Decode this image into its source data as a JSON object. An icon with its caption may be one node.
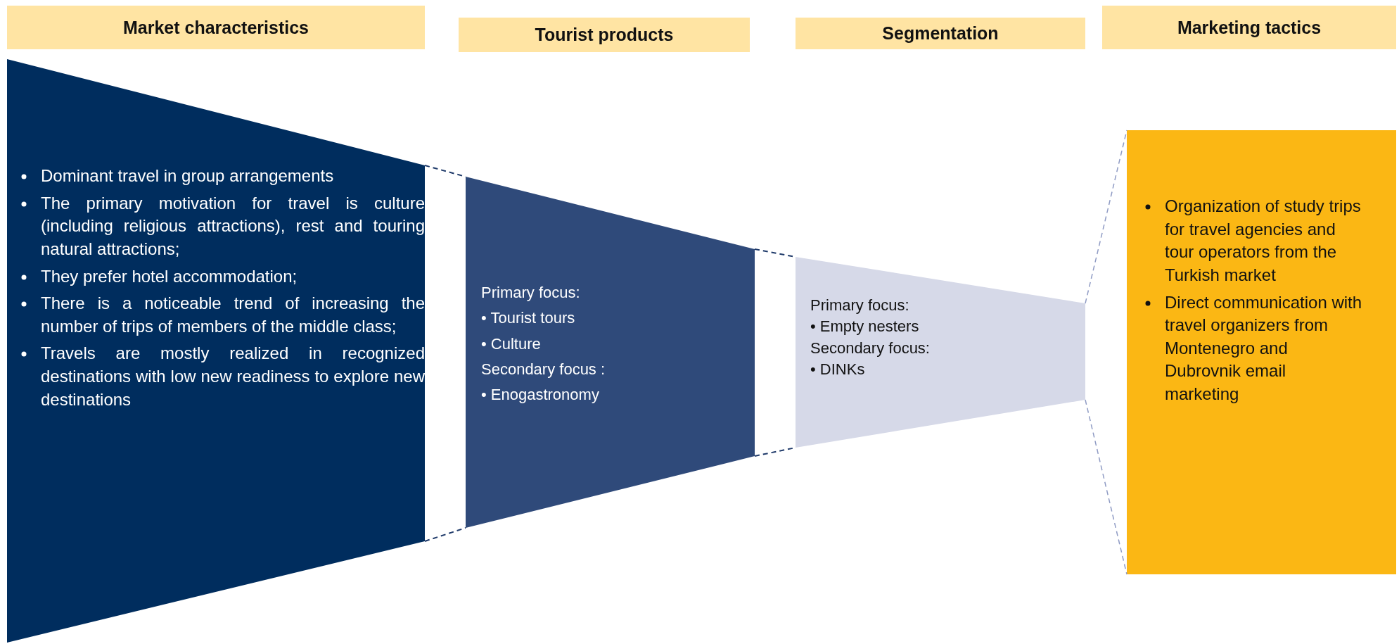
{
  "diagram": {
    "nodes": [
      {
        "text": [
          "Market characteristics"
        ]
      },
      {
        "text": [
          "Tourist products"
        ]
      },
      {
        "text": [
          "Segmentation"
        ]
      },
      {
        "text": [
          "Marketing tactics"
        ]
      },
      {
        "text": [
          "Dominant travel in group arrangements",
          "The primary motivation for travel is culture (including religious attractions), rest and touring natural attractions;",
          "They prefer hotel accommodation;",
          "There is a noticeable trend of increasing the number of trips of members of the middle class;",
          "Travels are mostly realized in recognized destinations with low new readiness to explore new destinations"
        ]
      },
      {
        "text": [
          "Primary focus:",
          "• Tourist tours",
          "• Culture",
          "Secondary focus :",
          "• Enogastronomy"
        ]
      },
      {
        "text": [
          "Primary focus:",
          "• Empty nesters",
          "Secondary focus:",
          "• DINKs"
        ]
      },
      {
        "text": [
          "Organization of study trips for travel agencies and tour operators from the Turkish market",
          "Direct communication with travel organizers from Montenegro and Dubrovnik email marketing"
        ]
      }
    ],
    "edges": [
      {
        "from": 4,
        "to": 5,
        "arrow": "none",
        "style": "dashed"
      },
      {
        "from": 4,
        "to": 5,
        "arrow": "none",
        "style": "dashed"
      },
      {
        "from": 5,
        "to": 6,
        "arrow": "none",
        "style": "dashed"
      },
      {
        "from": 5,
        "to": 6,
        "arrow": "none",
        "style": "dashed"
      },
      {
        "from": 6,
        "to": 7,
        "arrow": "none",
        "style": "dashed",
        "color": "#8f9bc4"
      },
      {
        "from": 6,
        "to": 7,
        "arrow": "none",
        "style": "dashed",
        "color": "#8f9bc4"
      }
    ]
  }
}
